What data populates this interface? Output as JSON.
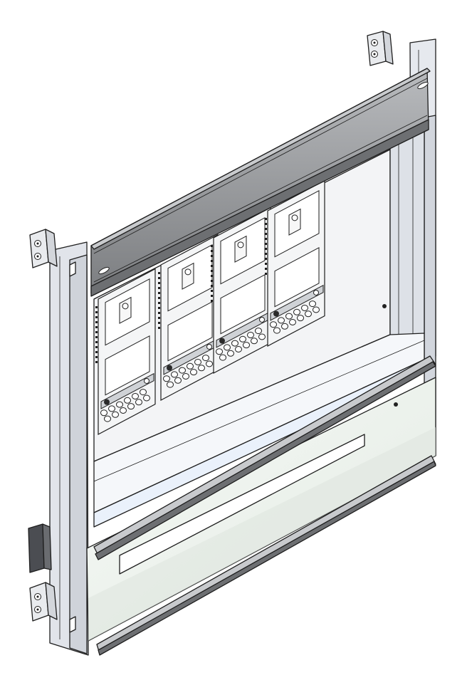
{
  "colors": {
    "background": "#ffffff",
    "frame_light": "#e4e7ec",
    "frame_mid": "#cdd1d8",
    "frame_dark": "#aeb3bb",
    "rail_top": "#9ea0a3",
    "rail_dark": "#6d6f72",
    "rail_mid": "#c8cacd",
    "device_body": "#f4f5f6",
    "glass": "#eef3ee",
    "glass_edge": "#dfe6df",
    "shelf_tint": "#eaf1fb",
    "bracket_dark": "#4b4d52",
    "outline": "#1e1e1e"
  },
  "icons": {
    "mounting_bracket": "bracket-with-two-screw-holes",
    "cable_entry": "cable-knockout-grommet"
  },
  "meter_units": [
    {
      "id": "unit-1"
    },
    {
      "id": "unit-2"
    },
    {
      "id": "unit-3"
    },
    {
      "id": "unit-4"
    }
  ]
}
